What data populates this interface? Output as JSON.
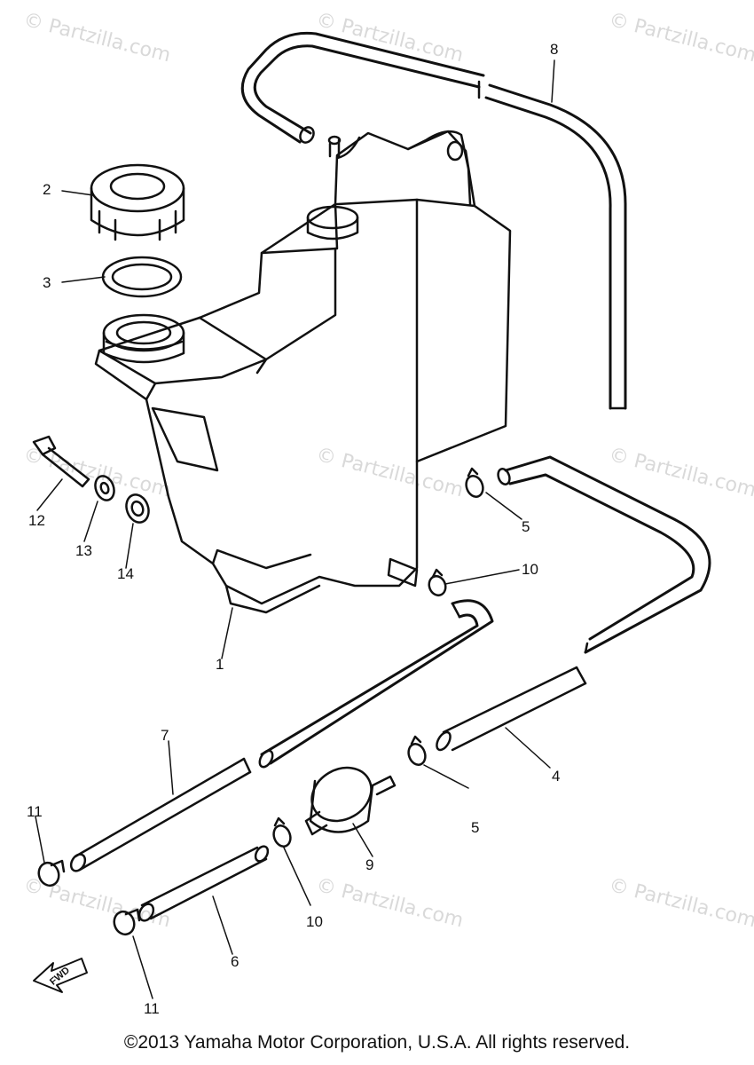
{
  "watermark": {
    "text": "© Partzilla.com"
  },
  "callouts": {
    "p1": "1",
    "p2": "2",
    "p3": "3",
    "p4": "4",
    "p5a": "5",
    "p5b": "5",
    "p6": "6",
    "p7": "7",
    "p8": "8",
    "p9": "9",
    "p10a": "10",
    "p10b": "10",
    "p11a": "11",
    "p11b": "11",
    "p12": "12",
    "p13": "13",
    "p14": "14"
  },
  "fwd_label": "FWD",
  "copyright": "©2013 Yamaha Motor Corporation, U.S.A. All rights reserved."
}
